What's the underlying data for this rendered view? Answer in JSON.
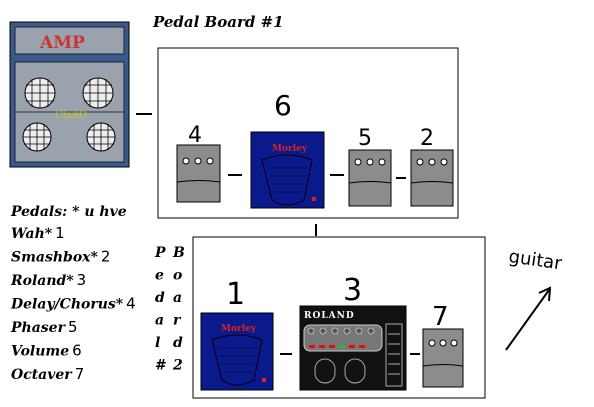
{
  "title": "Pedal Board #1",
  "amp": {
    "logo": "AMP",
    "badge": "ClaitO",
    "colors": {
      "cabinet": "#3a5a8c",
      "grille": "#9aa3ad",
      "logo_bg": "#9aa3ad"
    }
  },
  "legend": {
    "heading": "Pedals: * u hve",
    "items": [
      {
        "name": "Wah*",
        "num": "1"
      },
      {
        "name": "Smashbox*",
        "num": "2"
      },
      {
        "name": "Roland*",
        "num": "3"
      },
      {
        "name": "Delay/Chorus*",
        "num": "4"
      },
      {
        "name": "Phaser",
        "num": "5"
      },
      {
        "name": "Volume",
        "num": "6"
      },
      {
        "name": "Octaver",
        "num": "7"
      }
    ]
  },
  "board2_label": {
    "left": [
      "P",
      "e",
      "d",
      "a",
      "l",
      "#"
    ],
    "right": [
      "B",
      "o",
      "a",
      "r",
      "d",
      "2"
    ]
  },
  "top_board_numbers": [
    "4",
    "6",
    "5",
    "2"
  ],
  "bottom_board_numbers": [
    "1",
    "3",
    "7"
  ],
  "wah_label": "Morley",
  "roland_label": "ROLAND",
  "guitar_label": "guitar",
  "colors": {
    "pedal_gray": "#8c8c8c",
    "morley_blue": "#0a1a8c",
    "morley_red": "#e02020",
    "roland_black": "#111111",
    "led_red": "#e01010",
    "led_green": "#20c020"
  }
}
